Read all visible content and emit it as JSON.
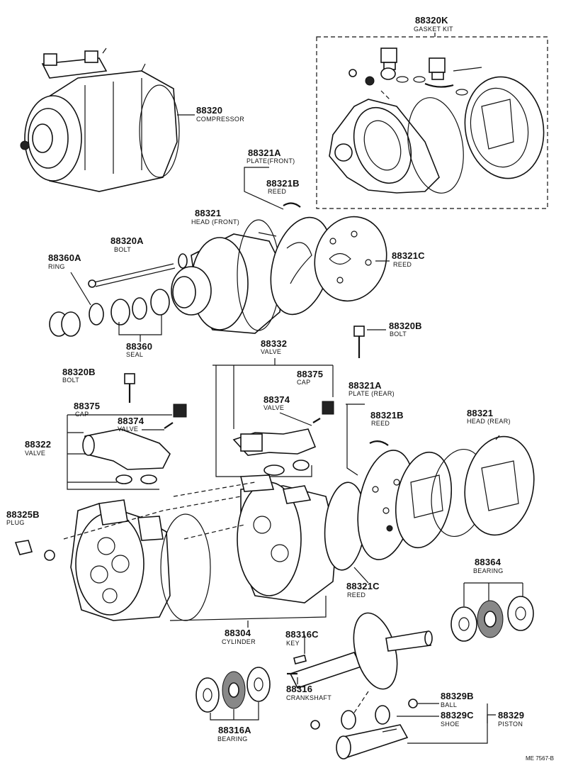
{
  "parts": [
    {
      "number": "88320K",
      "name": "GASKET KIT"
    },
    {
      "number": "88320",
      "name": "COMPRESSOR"
    },
    {
      "number": "88321A",
      "name": "PLATE(FRONT)"
    },
    {
      "number": "88321B",
      "name": "REED"
    },
    {
      "number": "88321",
      "name": "HEAD (FRONT)"
    },
    {
      "number": "88320A",
      "name": "BOLT"
    },
    {
      "number": "88360A",
      "name": "RING"
    },
    {
      "number": "88321C",
      "name": "REED"
    },
    {
      "number": "88320B",
      "name": "BOLT"
    },
    {
      "number": "88360",
      "name": "SEAL"
    },
    {
      "number": "88332",
      "name": "VALVE"
    },
    {
      "number": "88375",
      "name": "CAP"
    },
    {
      "number": "88374",
      "name": "VALVE"
    },
    {
      "number": "88320B",
      "name": "BOLT"
    },
    {
      "number": "88321A",
      "name": "PLATE (REAR)"
    },
    {
      "number": "88375",
      "name": "CAP"
    },
    {
      "number": "88374",
      "name": "VALVE"
    },
    {
      "number": "88321B",
      "name": "REED"
    },
    {
      "number": "88321",
      "name": "HEAD (REAR)"
    },
    {
      "number": "88322",
      "name": "VALVE"
    },
    {
      "number": "88325B",
      "name": "PLUG"
    },
    {
      "number": "88364",
      "name": "BEARING"
    },
    {
      "number": "88321C",
      "name": "REED"
    },
    {
      "number": "88304",
      "name": "CYLINDER"
    },
    {
      "number": "88316C",
      "name": "KEY"
    },
    {
      "number": "88316",
      "name": "CRANKSHAFT"
    },
    {
      "number": "88329B",
      "name": "BALL"
    },
    {
      "number": "88329C",
      "name": "SHOE"
    },
    {
      "number": "88329",
      "name": "PISTON"
    },
    {
      "number": "88316A",
      "name": "BEARING"
    }
  ],
  "drawing_code": "ME 7567-B"
}
